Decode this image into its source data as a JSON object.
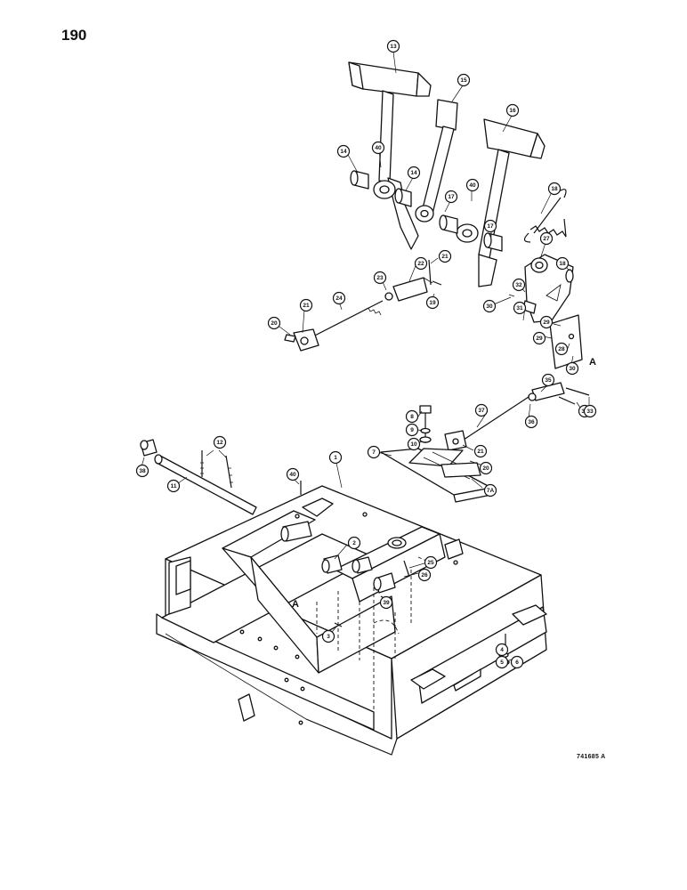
{
  "page": {
    "number": "190",
    "figure_code": "741685 A"
  },
  "view_labels": [
    "A",
    "A"
  ],
  "callouts": [
    {
      "label": "13"
    },
    {
      "label": "15"
    },
    {
      "label": "16"
    },
    {
      "label": "14"
    },
    {
      "label": "40"
    },
    {
      "label": "14"
    },
    {
      "label": "17"
    },
    {
      "label": "40"
    },
    {
      "label": "18"
    },
    {
      "label": "17"
    },
    {
      "label": "27"
    },
    {
      "label": "18"
    },
    {
      "label": "21"
    },
    {
      "label": "22"
    },
    {
      "label": "23"
    },
    {
      "label": "19"
    },
    {
      "label": "24"
    },
    {
      "label": "21"
    },
    {
      "label": "20"
    },
    {
      "label": "32"
    },
    {
      "label": "30"
    },
    {
      "label": "31"
    },
    {
      "label": "29"
    },
    {
      "label": "29"
    },
    {
      "label": "28"
    },
    {
      "label": "30"
    },
    {
      "label": "35"
    },
    {
      "label": "36"
    },
    {
      "label": "34"
    },
    {
      "label": "33"
    },
    {
      "label": "37"
    },
    {
      "label": "8"
    },
    {
      "label": "9"
    },
    {
      "label": "10"
    },
    {
      "label": "21"
    },
    {
      "label": "7"
    },
    {
      "label": "20"
    },
    {
      "label": "7A"
    },
    {
      "label": "38"
    },
    {
      "label": "12"
    },
    {
      "label": "11"
    },
    {
      "label": "40"
    },
    {
      "label": "1"
    },
    {
      "label": "2"
    },
    {
      "label": "25"
    },
    {
      "label": "26"
    },
    {
      "label": "39"
    },
    {
      "label": "3"
    },
    {
      "label": "4"
    },
    {
      "label": "5"
    },
    {
      "label": "6"
    }
  ]
}
